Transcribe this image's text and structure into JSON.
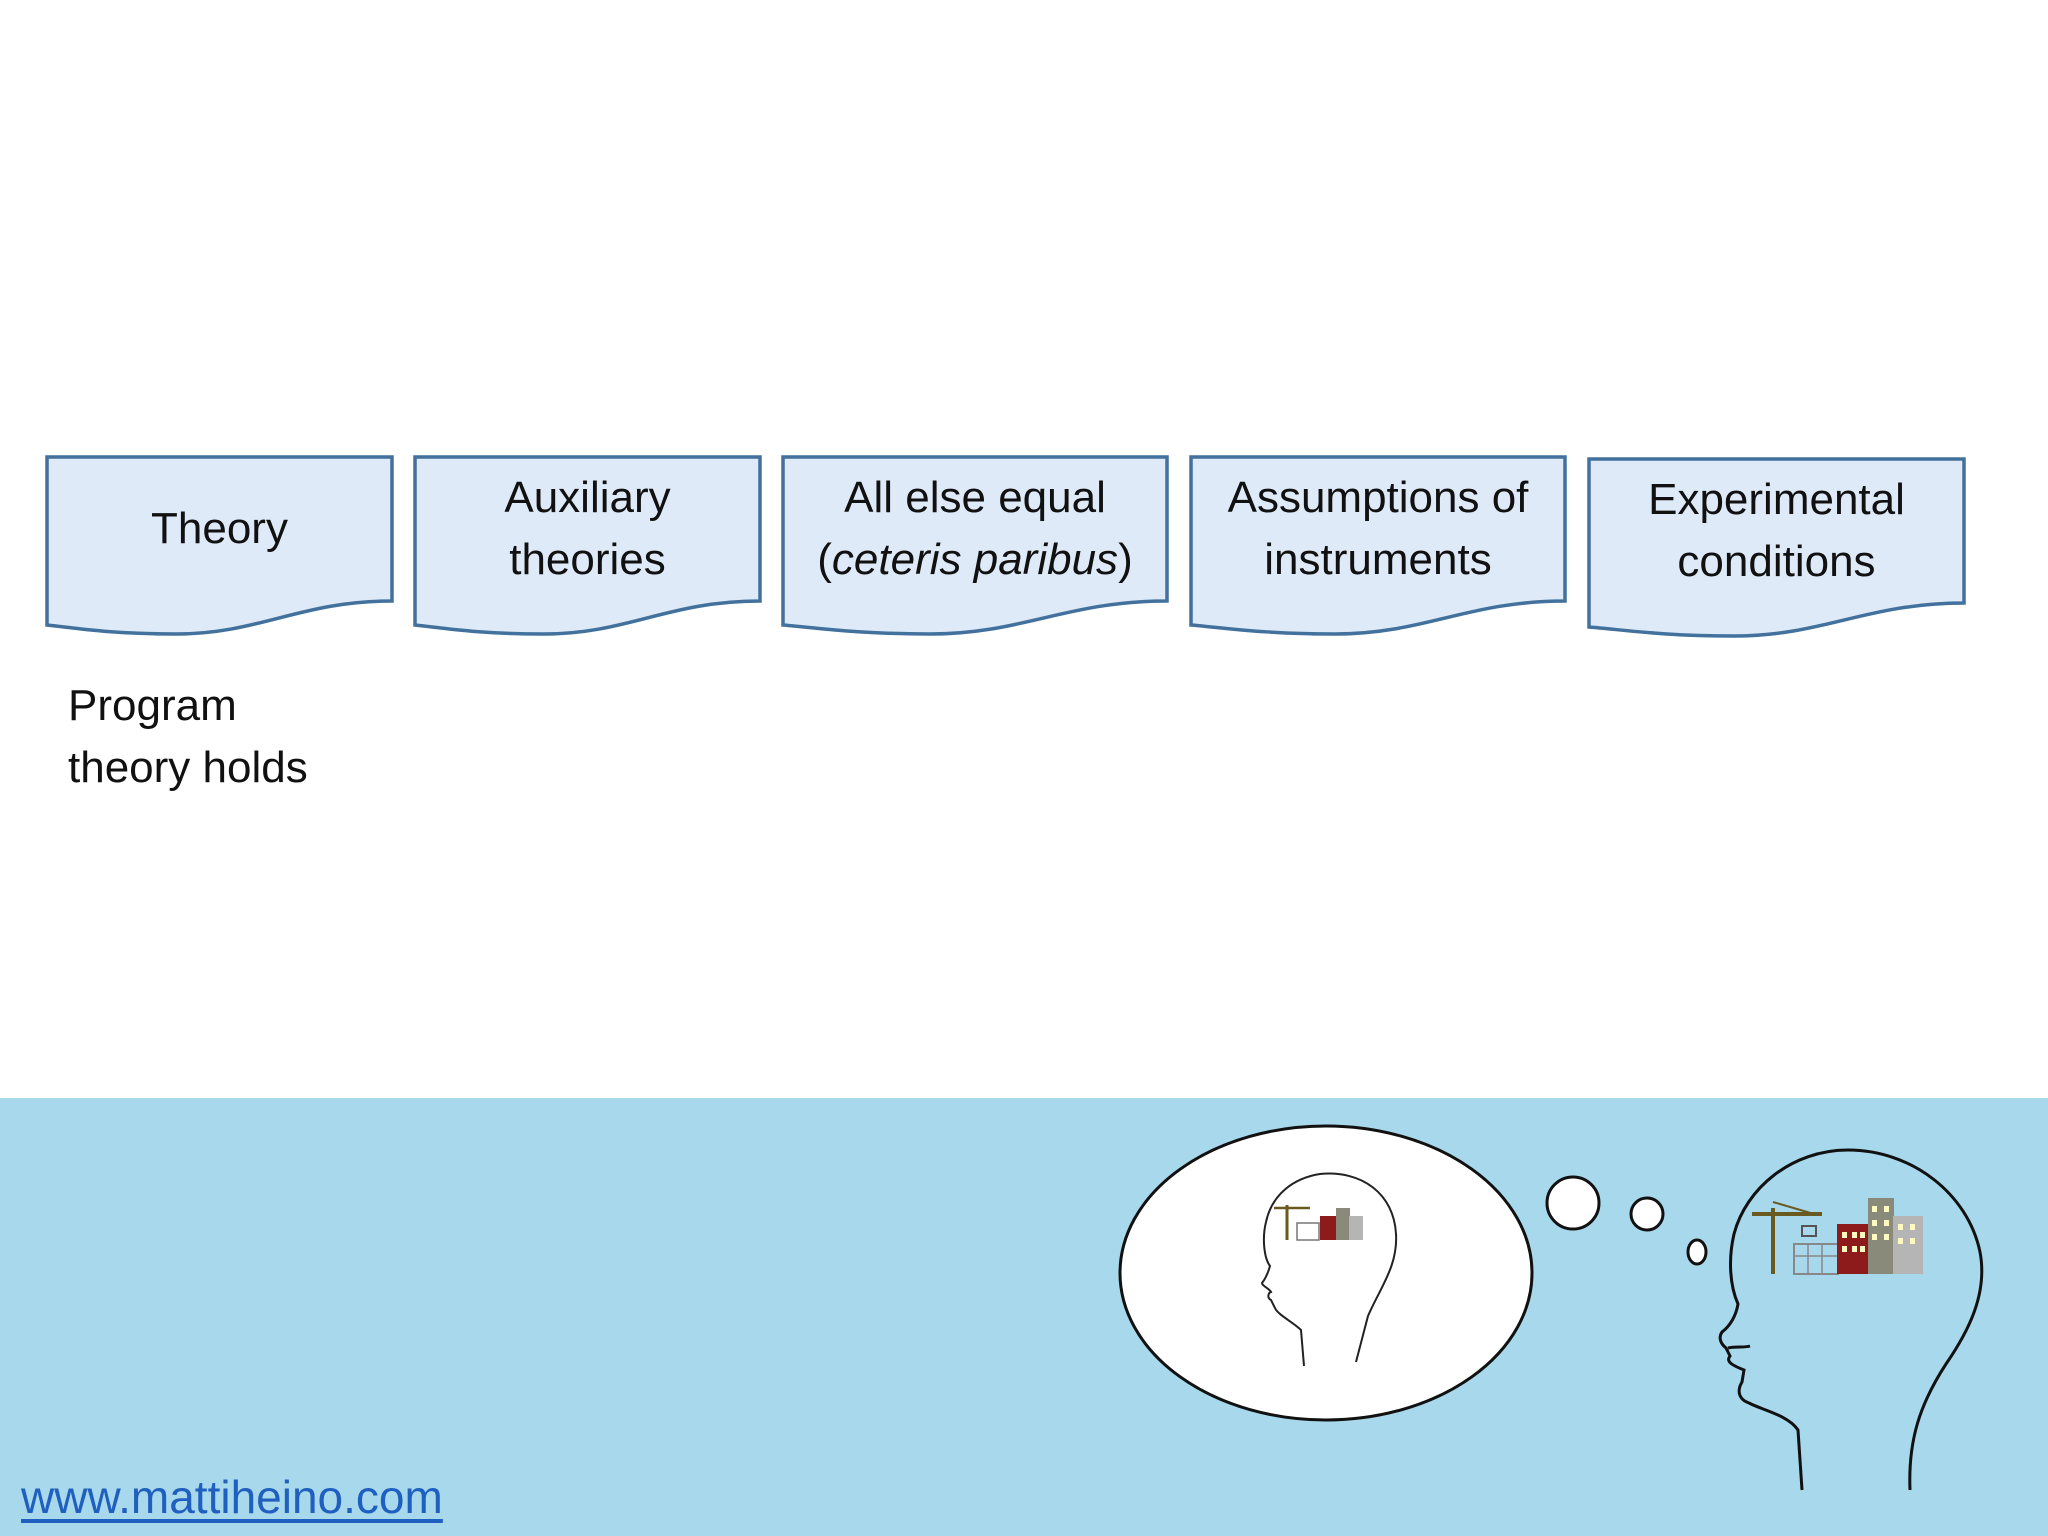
{
  "boxes": [
    {
      "lines": [
        "Theory"
      ]
    },
    {
      "lines": [
        "Auxiliary",
        "theories"
      ]
    },
    {
      "lines": [
        "All else equal"
      ],
      "paren_italic": "ceteris paribus"
    },
    {
      "lines": [
        "Assumptions of",
        "instruments"
      ]
    },
    {
      "lines": [
        "Experimental",
        "conditions"
      ]
    }
  ],
  "note": {
    "line1": "Program",
    "line2": "theory holds"
  },
  "footer": {
    "link_text": "www.mattiheino.com"
  },
  "colors": {
    "box_fill": "#deeaf8",
    "box_stroke": "#41719c",
    "band": "#a8d8eb",
    "link": "#1f5fbf"
  },
  "icons": [
    "thought-bubble-icon",
    "person-head-icon",
    "city-buildings-icon",
    "crane-icon"
  ]
}
